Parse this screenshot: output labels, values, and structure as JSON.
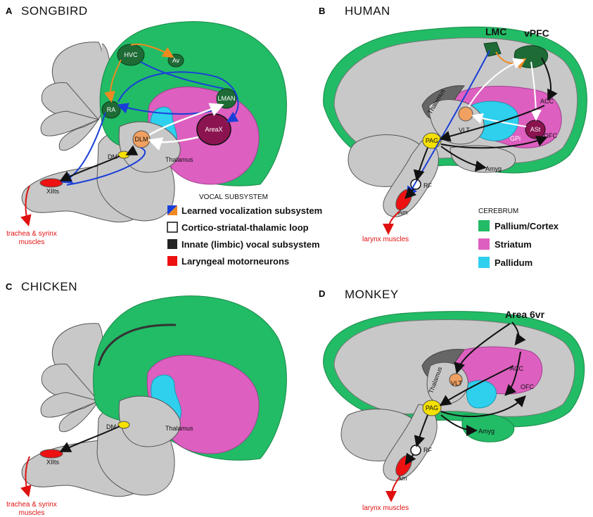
{
  "panels": {
    "a": {
      "letter": "A",
      "title": "SONGBIRD",
      "labels": {
        "hvc": "HVC",
        "av": "Av",
        "ra": "RA",
        "lman": "LMAN",
        "areax": "AreaX",
        "dlm": "DLM",
        "dm": "DM",
        "thalamus": "Thalamus",
        "xiits": "XIIts",
        "output1": "trachea & syrinx",
        "output2": "muscles"
      }
    },
    "b": {
      "letter": "B",
      "title": "HUMAN",
      "labels": {
        "lmc": "LMC",
        "vpfc": "vPFC",
        "acc": "ACC",
        "thalamus": "Thalamus",
        "vlt": "VLT",
        "ast": "ASt",
        "gpi": "GPi",
        "pag": "PAG",
        "ofc": "OFC",
        "amyg": "Amyg",
        "rf": "RF",
        "am": "Am",
        "output": "larynx muscles"
      }
    },
    "c": {
      "letter": "C",
      "title": "CHICKEN",
      "labels": {
        "dm": "DM",
        "thalamus": "Thalamus",
        "xiits": "XIIts",
        "output1": "trachea & syrinx",
        "output2": "muscles"
      }
    },
    "d": {
      "letter": "D",
      "title": "MONKEY",
      "labels": {
        "area6vr": "Area 6vr",
        "acc": "ACC",
        "thalamus": "Thalamus",
        "vlt": "VLT",
        "ofc": "OFC",
        "pag": "PAG",
        "amyg": "Amyg",
        "rf": "RF",
        "am": "Am",
        "output": "larynx muscles"
      }
    }
  },
  "legend_vocal": {
    "heading": "VOCAL SUBSYSTEM",
    "items": [
      {
        "label": "Learned vocalization subsystem",
        "color": "#1a3fd8",
        "color2": "#f08a20"
      },
      {
        "label": "Cortico-striatal-thalamic loop",
        "color": "#ffffff"
      },
      {
        "label": "Innate (limbic) vocal subsystem",
        "color": "#222222"
      },
      {
        "label": "Laryngeal motorneurons",
        "color": "#ee1111"
      }
    ]
  },
  "legend_cerebrum": {
    "heading": "CEREBRUM",
    "items": [
      {
        "label": "Pallium/Cortex",
        "color": "#22bb66"
      },
      {
        "label": "Striatum",
        "color": "#dd5fc0"
      },
      {
        "label": "Pallidum",
        "color": "#2ed0ee"
      }
    ]
  }
}
